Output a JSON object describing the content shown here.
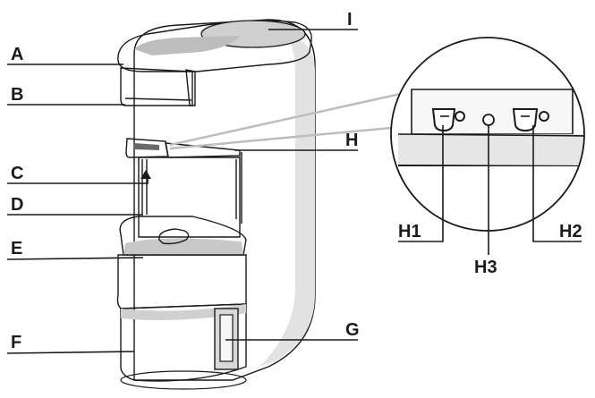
{
  "labels": {
    "A": "A",
    "B": "B",
    "C": "C",
    "D": "D",
    "E": "E",
    "F": "F",
    "G": "G",
    "H": "H",
    "I": "I",
    "H1": "H1",
    "H2": "H2",
    "H3": "H3"
  },
  "colors": {
    "line": "#1a1a1a",
    "shade_light": "#e6e6e6",
    "shade_mid": "#cfcfcf",
    "shade_dark": "#b8b8b8",
    "zoom_connector": "#bdbdbd"
  },
  "icons": {
    "H1": "espresso-cup-icon",
    "H2": "espresso-cup-icon",
    "H3": "led-indicator-icon"
  }
}
